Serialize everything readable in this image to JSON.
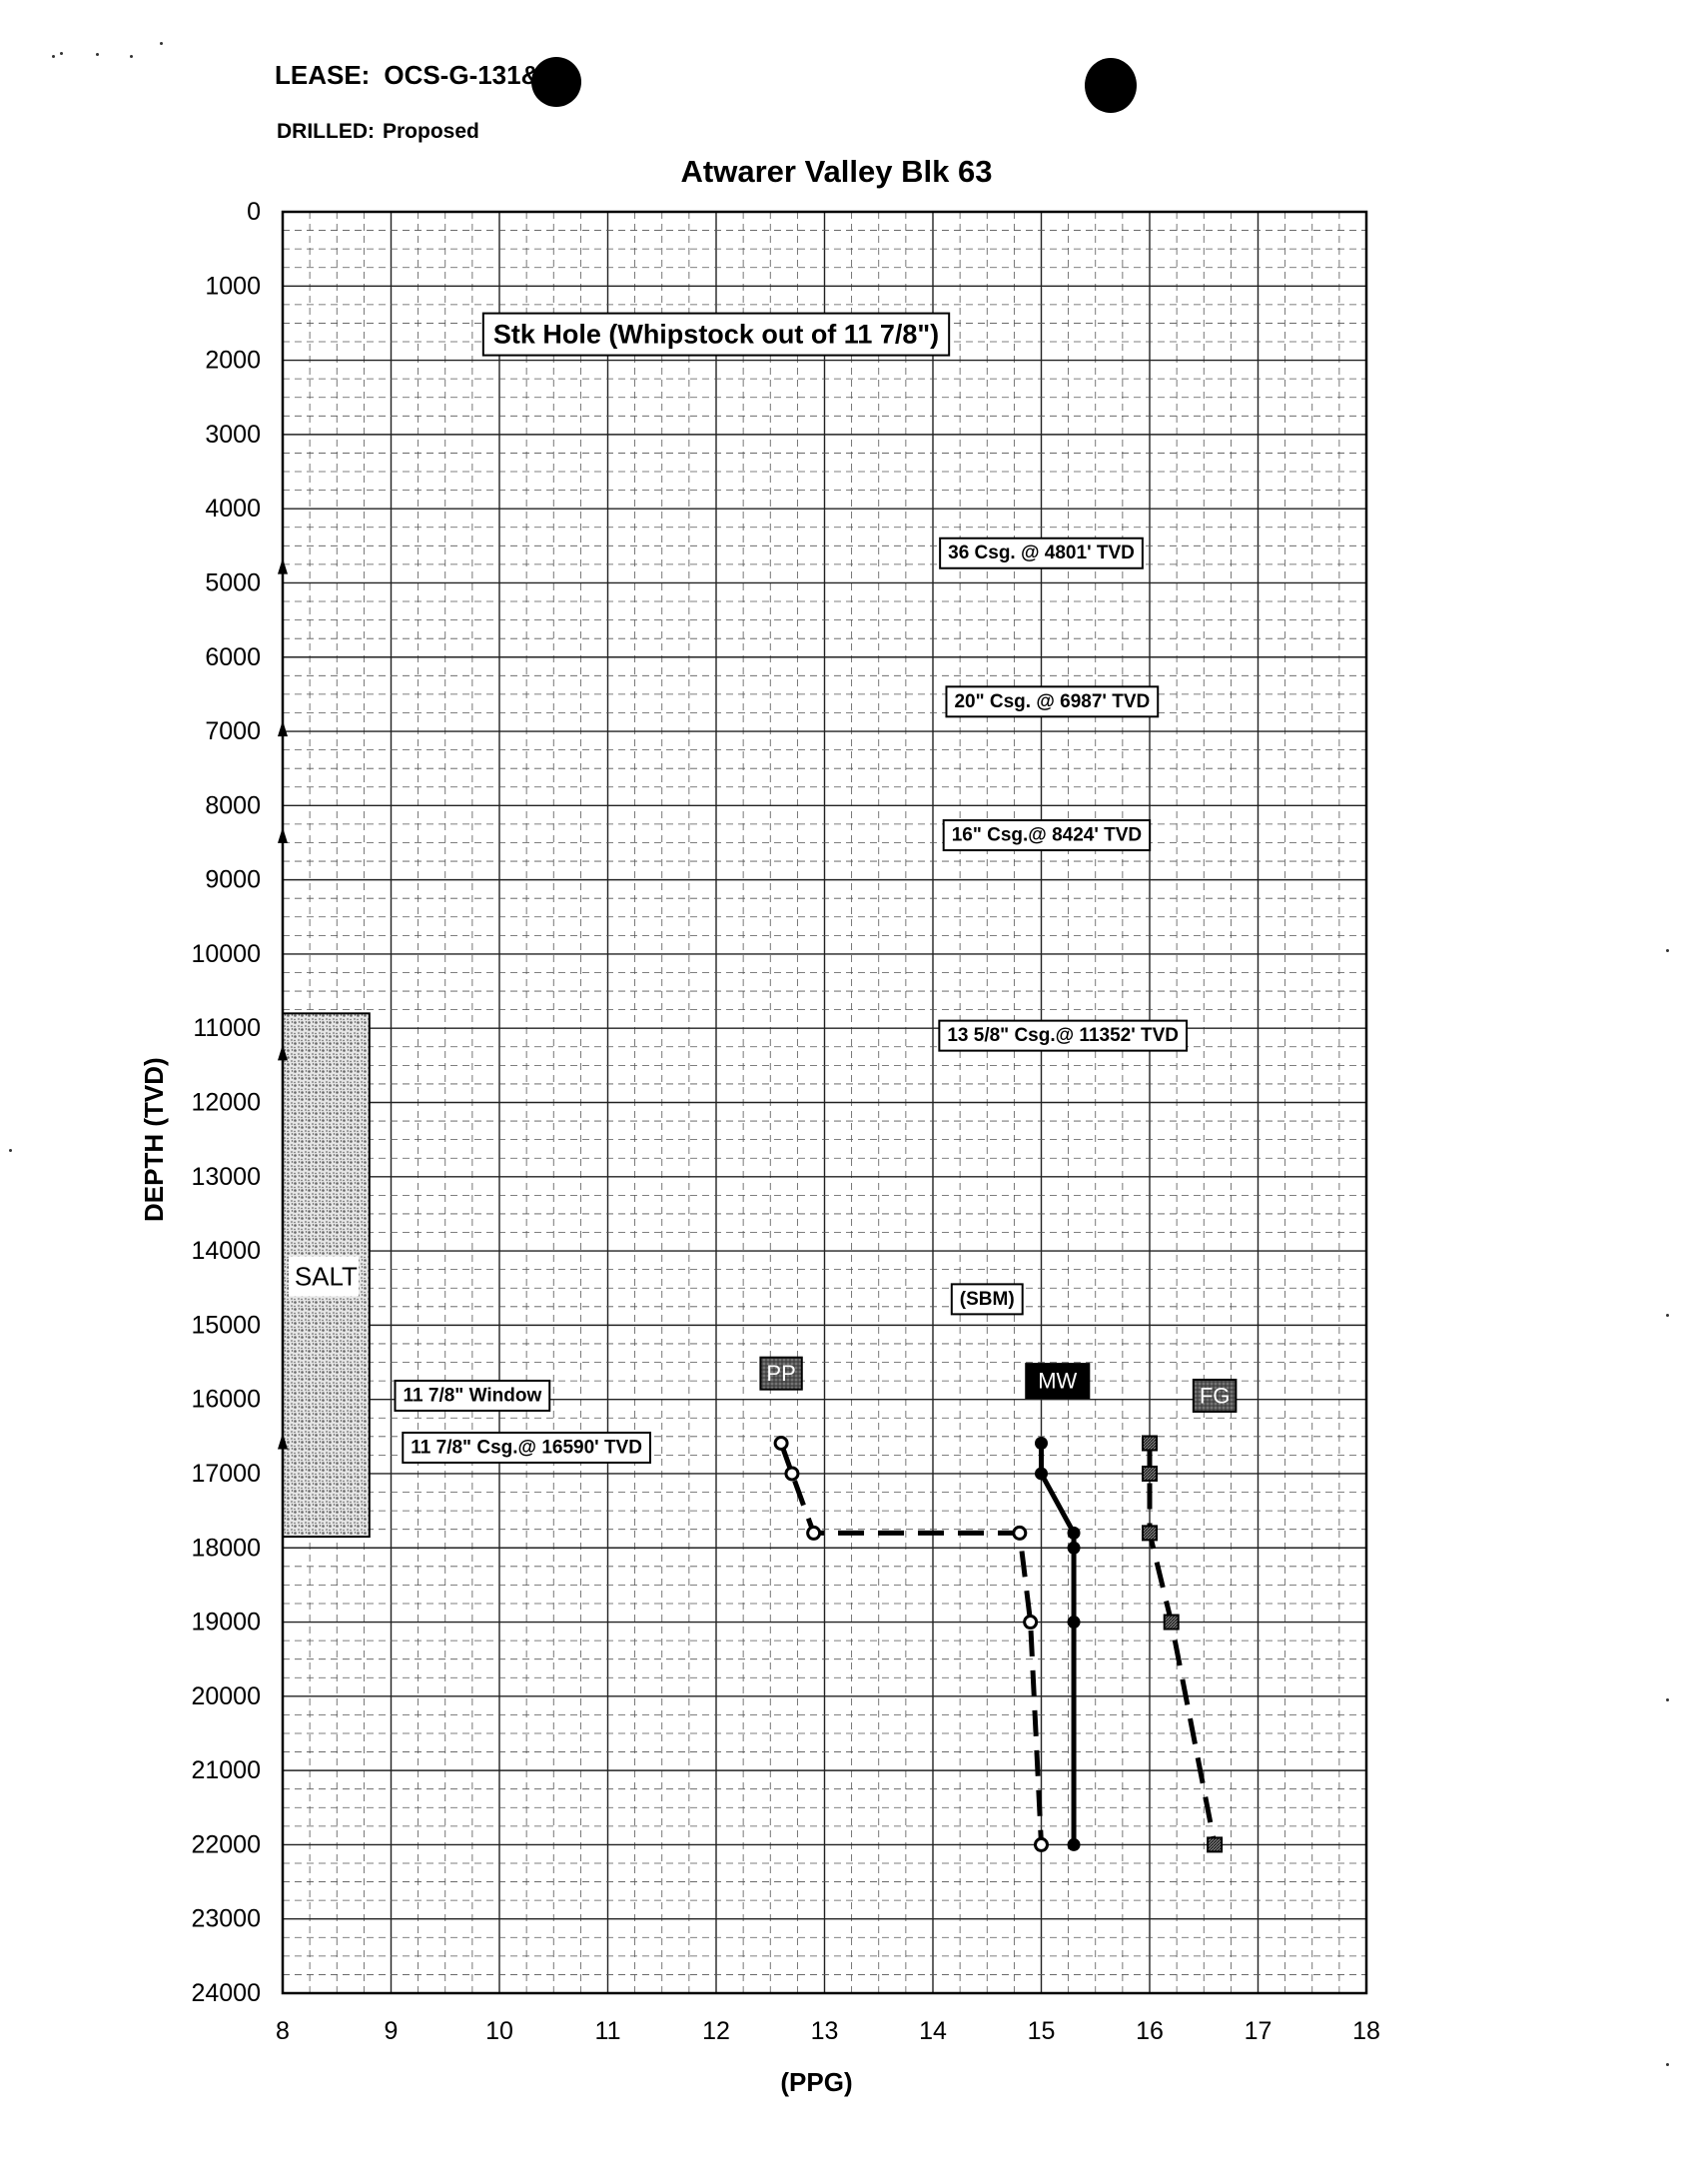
{
  "header": {
    "lease_label": "LEASE:",
    "lease_value": "OCS-G-131",
    "lease_suffix": "&",
    "drilled_label": "DRILLED:",
    "drilled_value": "Proposed"
  },
  "chart_data": {
    "type": "line",
    "title": "Atwarer Valley Blk 63",
    "xlabel": "(PPG)",
    "ylabel": "DEPTH (TVD)",
    "xlim": [
      8,
      18
    ],
    "ylim": [
      24000,
      0
    ],
    "x_ticks": [
      "8",
      "9",
      "10",
      "11",
      "12",
      "13",
      "14",
      "15",
      "16",
      "17",
      "18"
    ],
    "y_ticks": [
      "0",
      "1000",
      "2000",
      "3000",
      "4000",
      "5000",
      "6000",
      "7000",
      "8000",
      "9000",
      "10000",
      "11000",
      "12000",
      "13000",
      "14000",
      "15000",
      "16000",
      "17000",
      "18000",
      "19000",
      "20000",
      "21000",
      "22000",
      "23000",
      "24000"
    ],
    "grid": true,
    "y_inverted": true,
    "series": [
      {
        "name": "PP",
        "color": "#000000",
        "line_style": "dashed",
        "marker": "circle-open",
        "points": [
          {
            "x": 12.6,
            "y": 16590
          },
          {
            "x": 12.7,
            "y": 17000
          },
          {
            "x": 12.9,
            "y": 17800
          },
          {
            "x": 14.8,
            "y": 17800
          },
          {
            "x": 14.9,
            "y": 19000
          },
          {
            "x": 15.0,
            "y": 22000
          }
        ]
      },
      {
        "name": "MW",
        "color": "#000000",
        "line_style": "solid",
        "marker": "diamond",
        "points": [
          {
            "x": 15.0,
            "y": 16590
          },
          {
            "x": 15.0,
            "y": 17000
          },
          {
            "x": 15.3,
            "y": 17800
          },
          {
            "x": 15.3,
            "y": 18000
          },
          {
            "x": 15.3,
            "y": 19000
          },
          {
            "x": 15.3,
            "y": 22000
          }
        ]
      },
      {
        "name": "FG",
        "color": "#000000",
        "line_style": "dashed",
        "marker": "square-hatched",
        "points": [
          {
            "x": 16.0,
            "y": 16590
          },
          {
            "x": 16.0,
            "y": 17000
          },
          {
            "x": 16.0,
            "y": 17800
          },
          {
            "x": 16.2,
            "y": 19000
          },
          {
            "x": 16.6,
            "y": 22000
          }
        ]
      }
    ],
    "salt_zone": {
      "label": "SALT",
      "x0": 8.0,
      "x1": 8.8,
      "y0": 10800,
      "y1": 17850
    },
    "casing_markers": [
      4801,
      6987,
      8424,
      11352,
      16590
    ],
    "annotations": [
      {
        "text": "Stk Hole (Whipstock out of 11 7/8\")",
        "x": 12.0,
        "y": 1650,
        "style": "boxed-large"
      },
      {
        "text": "36 Csg. @ 4801' TVD",
        "x": 15.0,
        "y": 4600,
        "style": "boxed"
      },
      {
        "text": "20\" Csg. @ 6987' TVD",
        "x": 15.1,
        "y": 6600,
        "style": "boxed"
      },
      {
        "text": "16\" Csg.@ 8424' TVD",
        "x": 15.05,
        "y": 8400,
        "style": "boxed"
      },
      {
        "text": "13 5/8\" Csg.@ 11352' TVD",
        "x": 15.2,
        "y": 11100,
        "style": "boxed"
      },
      {
        "text": "(SBM)",
        "x": 14.5,
        "y": 14650,
        "style": "boxed"
      },
      {
        "text": "11 7/8\" Window",
        "x": 9.75,
        "y": 15950,
        "style": "boxed"
      },
      {
        "text": "11 7/8\" Csg.@ 16590' TVD",
        "x": 10.25,
        "y": 16650,
        "style": "boxed"
      },
      {
        "text": "PP",
        "x": 12.6,
        "y": 15650,
        "style": "tag-gray"
      },
      {
        "text": "MW",
        "x": 15.15,
        "y": 15750,
        "style": "tag-black"
      },
      {
        "text": "FG",
        "x": 16.6,
        "y": 15950,
        "style": "tag-gray"
      }
    ]
  }
}
